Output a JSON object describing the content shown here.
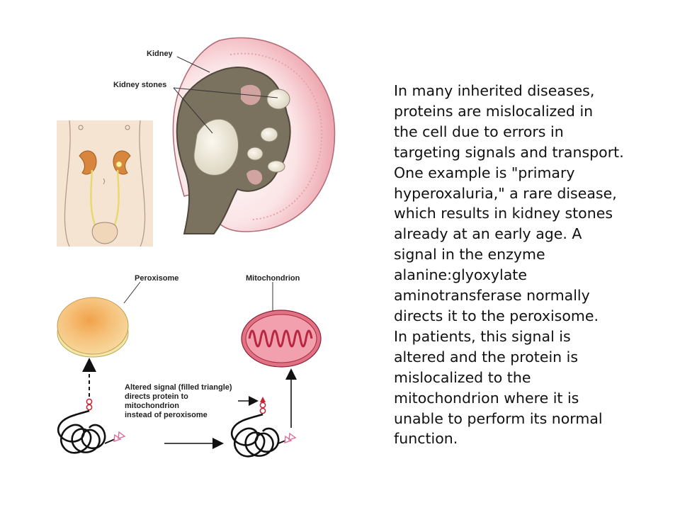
{
  "labels": {
    "kidney": "Kidney",
    "kidney_stones": "Kidney stones",
    "peroxisome": "Peroxisome",
    "mitochondrion": "Mitochondrion"
  },
  "annotation_lines": [
    "Altered signal (filled triangle)",
    "directs protein to",
    "mitochondrion",
    "instead of peroxisome"
  ],
  "paragraph_lines": [
    "In many inherited diseases,",
    "proteins are mislocalized in",
    "the cell due to errors in",
    "targeting signals and transport.",
    "One example is \"primary",
    "hyperoxaluria,\" a rare disease,",
    "which results in kidney stones",
    "already at an early age. A",
    "signal in the enzyme",
    "alanine:glyoxylate",
    "aminotransferase normally",
    "directs it to the peroxisome.",
    "In patients, this signal is",
    "altered and the protein is",
    "mislocalized to the",
    "mitochondrion where it is",
    "unable to perform its normal",
    "function."
  ],
  "colors": {
    "kidney_pink": "#e8909c",
    "kidney_cavity": "#6b6354",
    "stone": "#efeadb",
    "peroxisome": "#f4c57a",
    "mitochondrion": "#d94a62",
    "skin": "#f6e4d3"
  }
}
